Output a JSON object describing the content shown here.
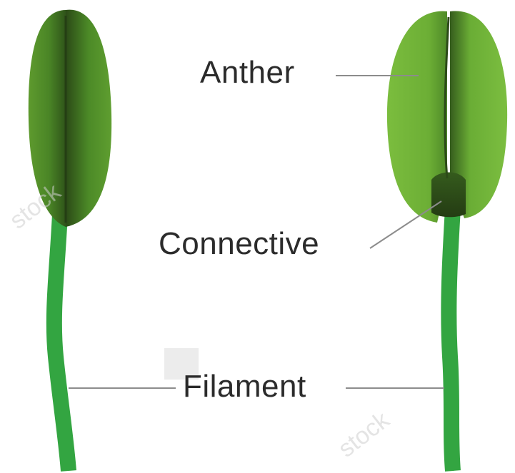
{
  "labels": {
    "anther": "Anther",
    "connective": "Connective",
    "filament": "Filament"
  },
  "watermark": {
    "text_1": "stock",
    "text_2": "stock"
  },
  "colors": {
    "lobe_light": "#6aac34",
    "lobe_mid": "#4e8d27",
    "lobe_dark": "#2c4d18",
    "filament": "#33a541",
    "leader_line": "#8c8c8c",
    "label_text": "#2b2b2b"
  }
}
